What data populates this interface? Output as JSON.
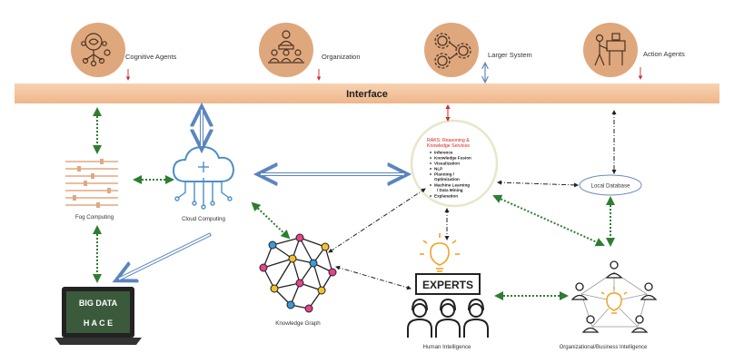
{
  "top_nodes": {
    "cognitive": "Cognitive Agents",
    "organization": "Organization",
    "larger_system": "Larger System",
    "action": "Action Agents"
  },
  "interface": "Interface",
  "nodes": {
    "fog": "Fog Computing",
    "cloud": "Cloud Computing",
    "knowledge_graph": "Knowledge Graph",
    "human": "Human Intelligence",
    "org_business": "Organizational/Business Intelligence",
    "local_db": "Local Database"
  },
  "raks": {
    "title_line1": "RAKS: Reasoning &",
    "title_line2": "Knowledge Services",
    "items": [
      "Inference",
      "Knowledge Fusion",
      "Visualization",
      "NLP",
      "Planning /",
      "Optimization",
      "Machine Learning",
      "/ Data Mining",
      "Explanation"
    ]
  },
  "experts_label": "EXPERTS",
  "laptop": {
    "line1": "BIG DATA",
    "line2": "H A C E"
  },
  "colors": {
    "interface_bar": "#f4c49c",
    "icon_circle": "#dfa77c",
    "green_link": "#2e7d32",
    "blue_link": "#5a85c0",
    "red_link": "#cc2a2a",
    "dark_link": "#222222",
    "cloud_blue": "#4c8ec9",
    "bulb_orange": "#f0a323"
  }
}
